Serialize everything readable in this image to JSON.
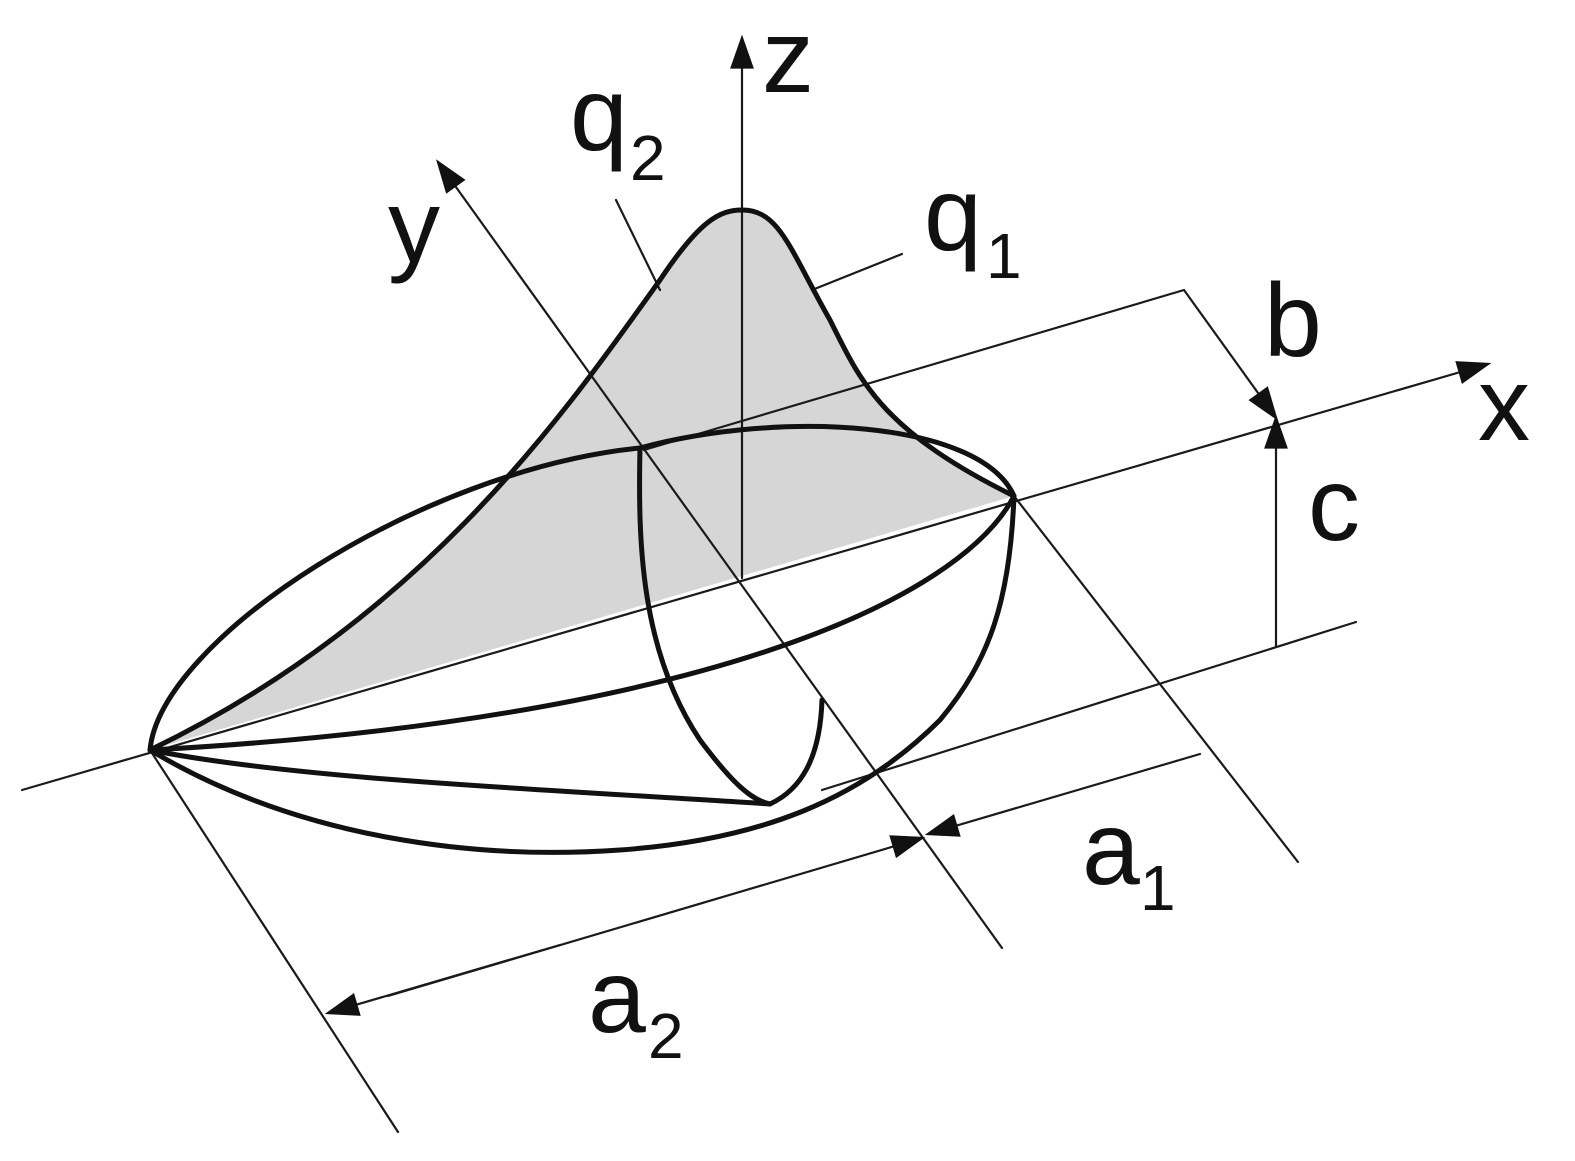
{
  "labels": {
    "z": "z",
    "y": "y",
    "x": "x",
    "q2": {
      "base": "q",
      "sub": "2"
    },
    "q1": {
      "base": "q",
      "sub": "1"
    },
    "b": "b",
    "c": "c",
    "a1": {
      "base": "a",
      "sub": "1"
    },
    "a2": {
      "base": "a",
      "sub": "2"
    }
  },
  "colors": {
    "line": "#111111",
    "shade": "#d6d6d6",
    "background": "#ffffff"
  }
}
